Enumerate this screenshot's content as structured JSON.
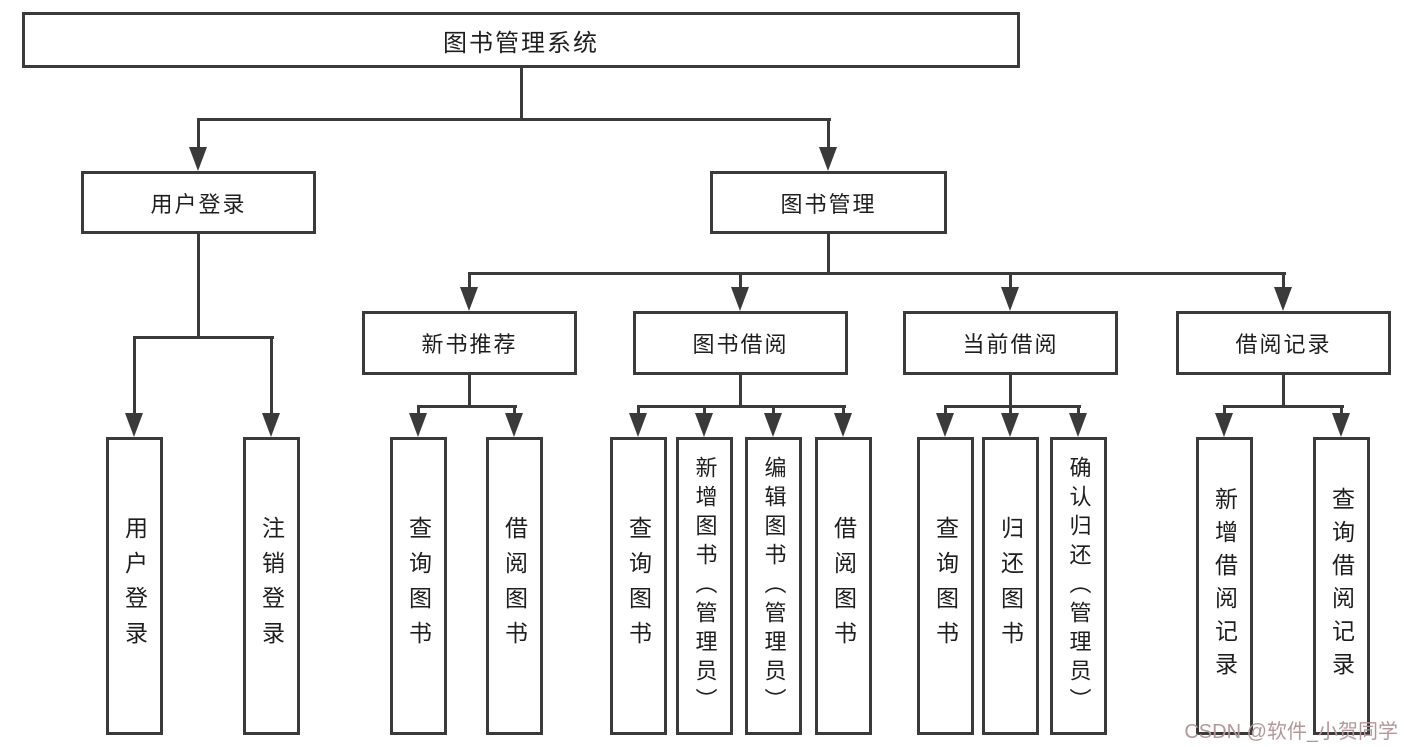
{
  "diagram": {
    "type": "hierarchy-tree",
    "watermark": "CSDN @软件_小贺同学",
    "colors": {
      "line": "#3a3a3a",
      "text": "#1e1e1e",
      "background": "#ffffff",
      "watermark": "#b3979a"
    },
    "tree": {
      "label": "图书管理系统",
      "children": [
        {
          "label": "用户登录",
          "children": [
            {
              "label": "用户登录"
            },
            {
              "label": "注销登录"
            }
          ]
        },
        {
          "label": "图书管理",
          "children": [
            {
              "label": "新书推荐",
              "children": [
                {
                  "label": "查询图书"
                },
                {
                  "label": "借阅图书"
                }
              ]
            },
            {
              "label": "图书借阅",
              "children": [
                {
                  "label": "查询图书"
                },
                {
                  "label": "新增图书（管理员）"
                },
                {
                  "label": "编辑图书（管理员）"
                },
                {
                  "label": "借阅图书"
                }
              ]
            },
            {
              "label": "当前借阅",
              "children": [
                {
                  "label": "查询图书"
                },
                {
                  "label": "归还图书"
                },
                {
                  "label": "确认归还（管理员）"
                }
              ]
            },
            {
              "label": "借阅记录",
              "children": [
                {
                  "label": "新增借阅记录"
                },
                {
                  "label": "查询借阅记录"
                }
              ]
            }
          ]
        }
      ]
    }
  }
}
